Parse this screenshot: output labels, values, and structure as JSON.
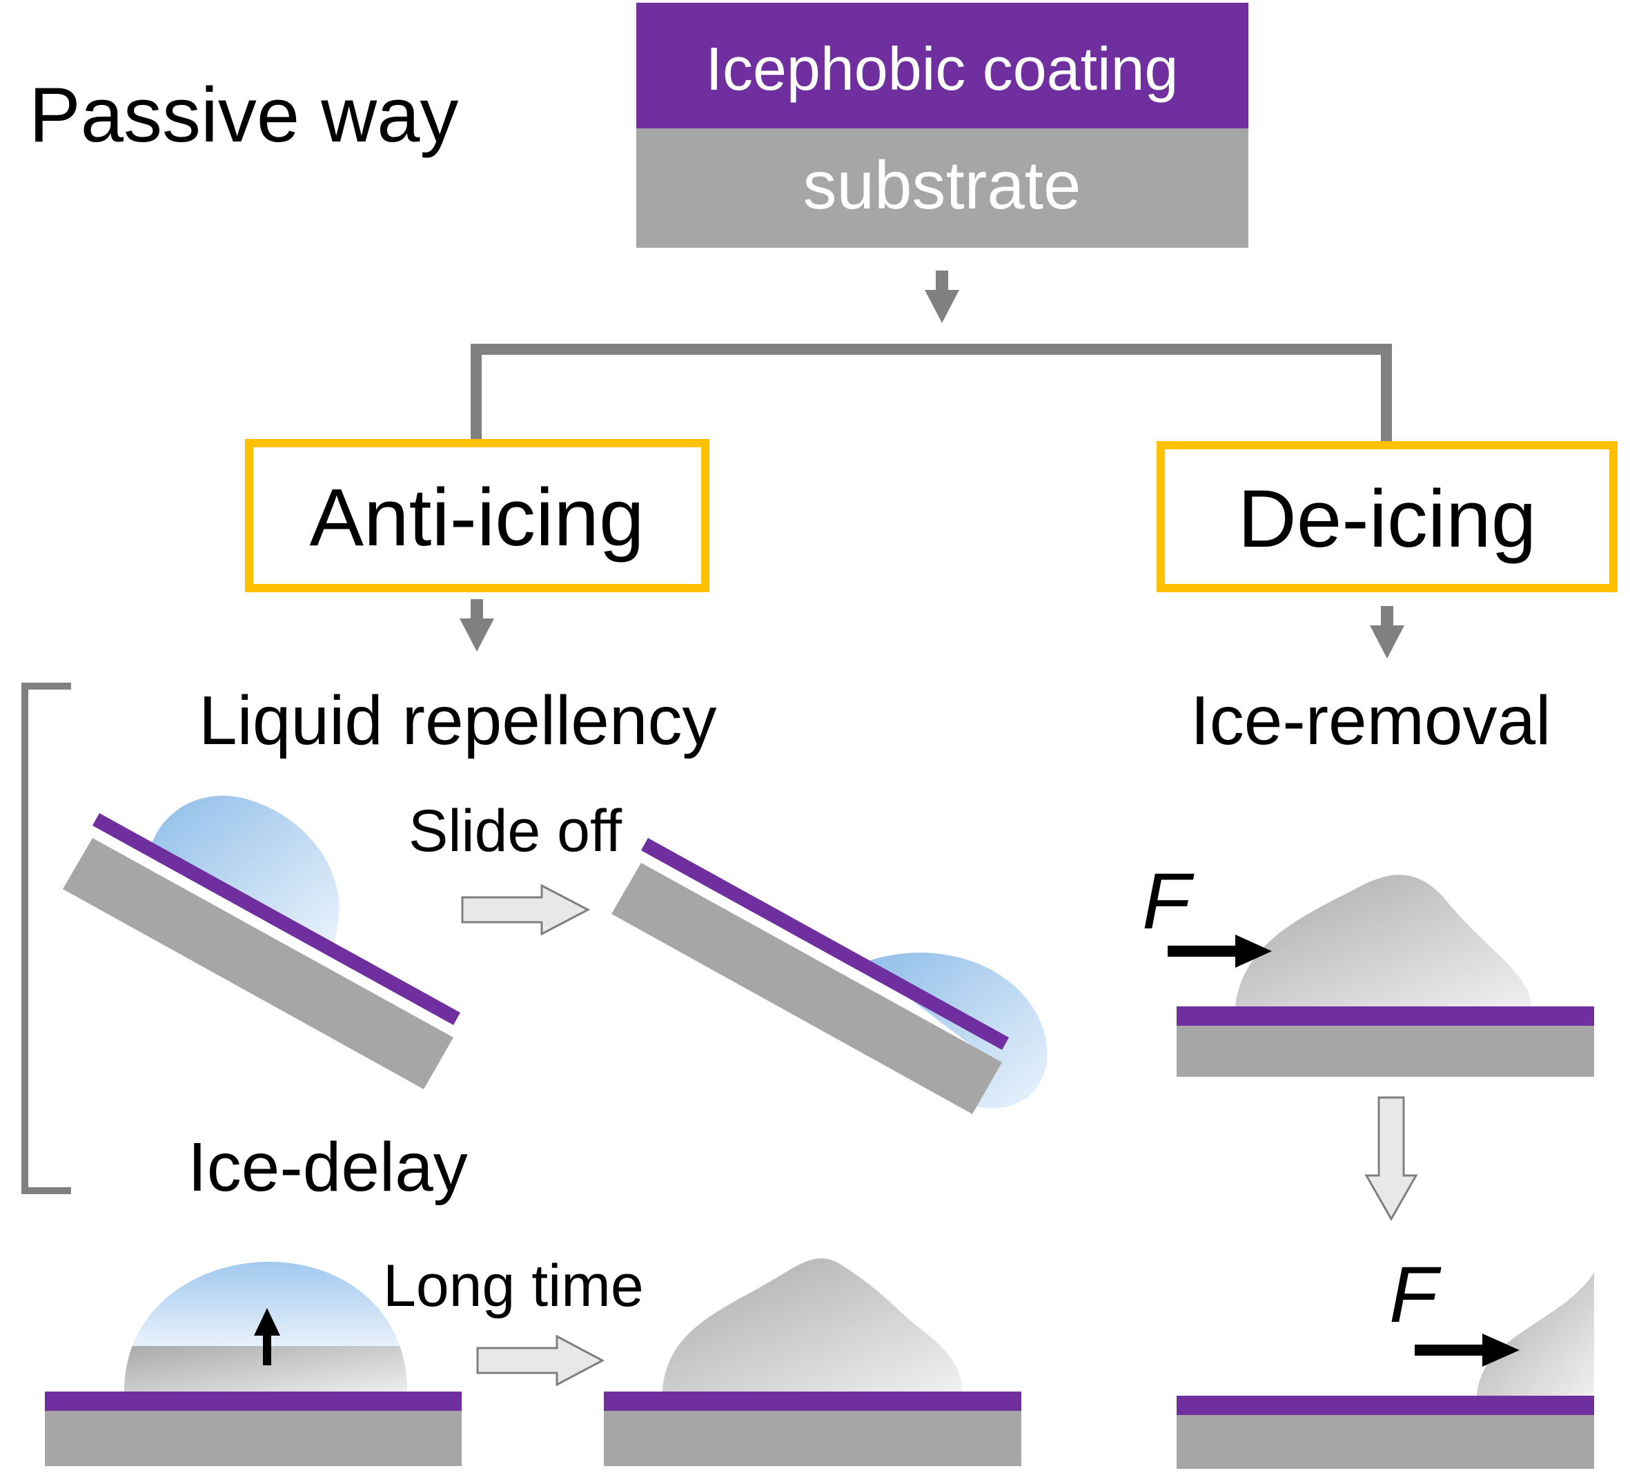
{
  "labels": {
    "passive_way": "Passive way",
    "coating": "Icephobic coating",
    "substrate": "substrate",
    "anti_icing": "Anti-icing",
    "de_icing": "De-icing",
    "liquid_repellency": "Liquid repellency",
    "ice_removal": "Ice-removal",
    "slide_off": "Slide off",
    "ice_delay": "Ice-delay",
    "long_time": "Long time",
    "force_top": "F",
    "force_bottom": "F"
  },
  "colors": {
    "coating": "#6f2f9e",
    "substrate": "#a6a6a6",
    "box_border": "#ffc000",
    "connector": "#808080",
    "water": "#9dc3e6",
    "ice": "#bfbfbf",
    "arrow": "#000000"
  },
  "icons": [
    "down-arrow-icon",
    "right-arrow-icon",
    "force-arrow-icon",
    "vertical-arrow-icon"
  ]
}
